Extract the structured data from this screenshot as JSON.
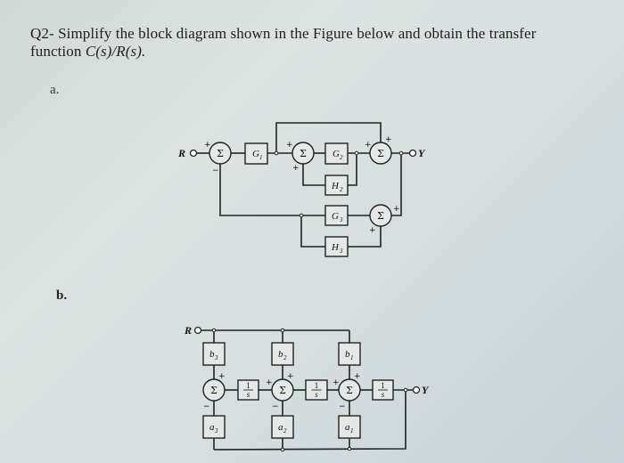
{
  "question": {
    "line1": "Q2- Simplify the block diagram shown in the Figure below and obtain the transfer",
    "line2_prefix": "function ",
    "line2_math": "C(s)/R(s).",
    "text_color": "#202020"
  },
  "parts": [
    {
      "label": "a.",
      "input": "R",
      "output": "Y",
      "sum_symbol": "Σ",
      "blocks": {
        "g1": "G",
        "g1_sub": "1",
        "g2": "G",
        "g2_sub": "2",
        "h2": "H",
        "h2_sub": "2",
        "g3": "G",
        "g3_sub": "3",
        "h3": "H",
        "h3_sub": "3"
      },
      "signs": {
        "sum1_in_left": "+",
        "sum1_in_bottom": "−",
        "sum2_in_left": "+",
        "sum2_in_bottom": "+",
        "sum3_in_left": "+",
        "sum3_in_top": "+",
        "sum4_in_right": "+",
        "sum4_in_bottom": "+"
      }
    },
    {
      "label": "b.",
      "input": "R",
      "output": "Y",
      "sum_symbol": "Σ",
      "blocks": {
        "b3": "b",
        "b3_sub": "3",
        "b2": "b",
        "b2_sub": "2",
        "b1": "b",
        "b1_sub": "1",
        "a3": "a",
        "a3_sub": "3",
        "a2": "a",
        "a2_sub": "2",
        "a1": "a",
        "a1_sub": "1",
        "int_num": "1",
        "int_den": "s"
      },
      "signs": {
        "sum1_top": "+",
        "sum1_bottom": "−",
        "sum2_left": "+",
        "sum2_top": "+",
        "sum2_bottom": "−",
        "sum3_left": "+",
        "sum3_top": "+",
        "sum3_bottom": "−"
      }
    }
  ]
}
